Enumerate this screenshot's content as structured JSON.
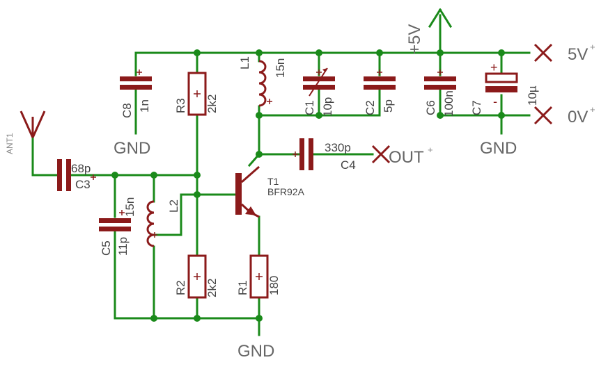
{
  "components": {
    "c8": {
      "name": "C8",
      "value": "1n"
    },
    "r3": {
      "name": "R3",
      "value": "2k2"
    },
    "l1": {
      "name": "L1",
      "value": "15n"
    },
    "c1": {
      "name": "C1",
      "value": "10p"
    },
    "c2": {
      "name": "C2",
      "value": "5p"
    },
    "c6": {
      "name": "C6",
      "value": "100n"
    },
    "c7": {
      "name": "C7",
      "value": "10µ"
    },
    "c4": {
      "name": "C4",
      "value": "330p"
    },
    "c3": {
      "name": "C3",
      "value": "68p"
    },
    "c5": {
      "name": "C5",
      "value": "11p"
    },
    "l2": {
      "name": "L2",
      "value": "15n"
    },
    "r2": {
      "name": "R2",
      "value": "2k2"
    },
    "r1": {
      "name": "R1",
      "value": "180"
    },
    "t1": {
      "name": "T1",
      "value": "BFR92A"
    },
    "ant": {
      "name": "ANT1"
    }
  },
  "labels": {
    "gnd": "GND",
    "plus5v": "+5V",
    "out": "OUT",
    "v5": "5V",
    "v0": "0V",
    "plus": "+",
    "minus": "-"
  },
  "colors": {
    "wire": "#1a8a1a",
    "component": "#8b1a1a",
    "text": "#444444"
  }
}
